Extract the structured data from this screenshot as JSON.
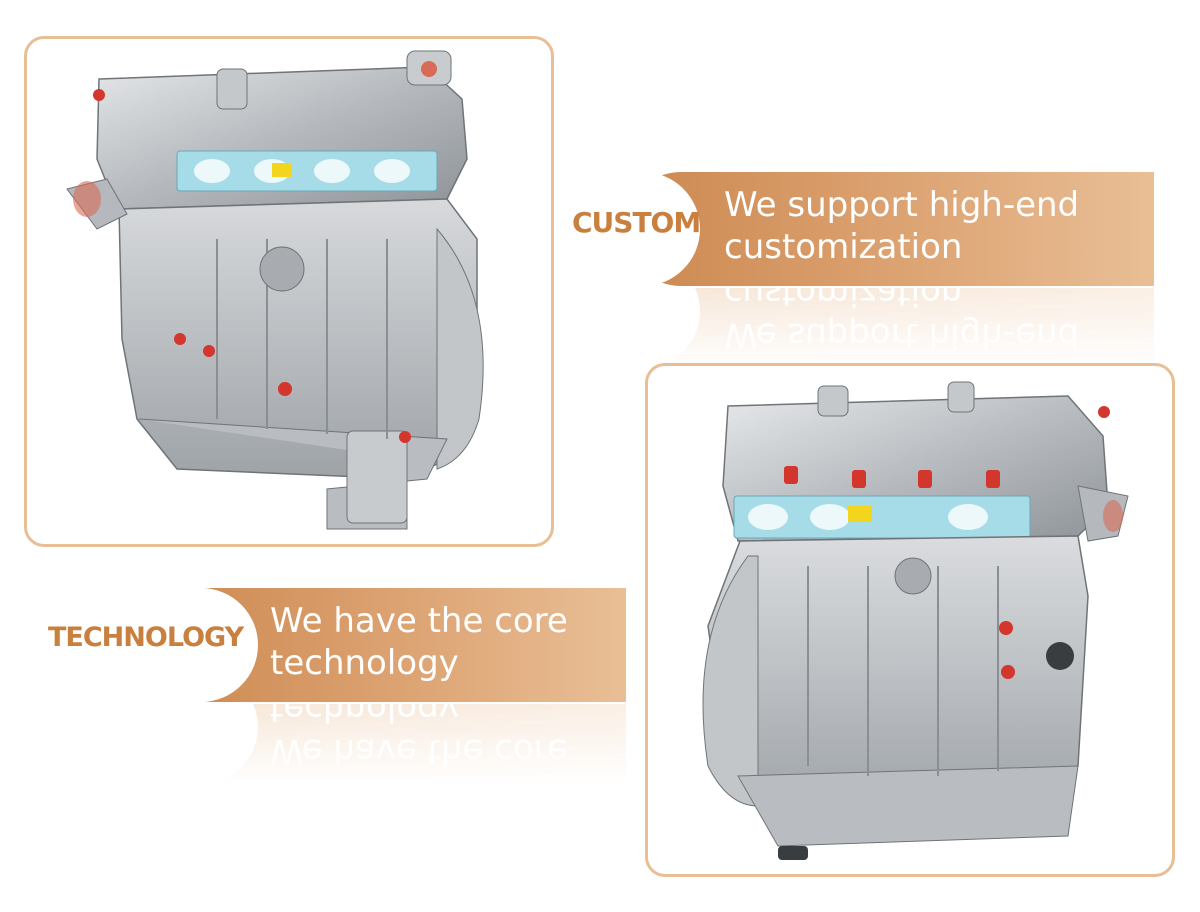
{
  "custom": {
    "keyword": "CUSTOM",
    "tagline": "We support high-end customization"
  },
  "technology": {
    "keyword": "TECHNOLOGY",
    "tagline": "We have the core technology"
  },
  "images": {
    "top": "engine-photo-front",
    "bottom": "engine-photo-rear"
  },
  "colors": {
    "accent": "#cc884f",
    "accent_light": "#e9bf96",
    "card_border": "#e8bf94",
    "keyword": "#c97f3e"
  }
}
